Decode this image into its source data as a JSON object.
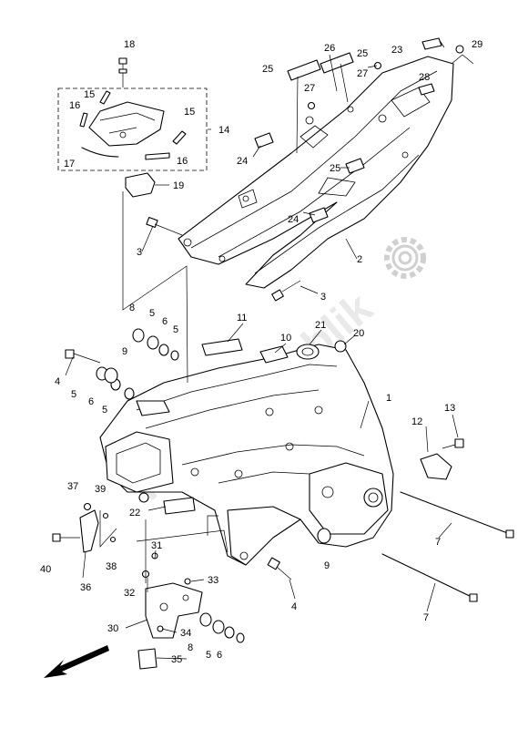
{
  "diagram": {
    "callouts": [
      "1",
      "2",
      "3",
      "3",
      "4",
      "4",
      "5",
      "5",
      "5",
      "5",
      "5",
      "6",
      "6",
      "6",
      "7",
      "7",
      "8",
      "8",
      "9",
      "9",
      "10",
      "11",
      "12",
      "13",
      "14",
      "15",
      "15",
      "16",
      "16",
      "17",
      "18",
      "19",
      "20",
      "21",
      "22",
      "23",
      "24",
      "24",
      "25",
      "25",
      "25",
      "26",
      "27",
      "27",
      "28",
      "29",
      "30",
      "31",
      "32",
      "33",
      "34",
      "35",
      "36",
      "37",
      "38",
      "39",
      "40"
    ],
    "watermark": "PartsRepublik",
    "front_arrow": "front-direction-arrow-icon",
    "gear_logo": "gear-icon",
    "colors": {
      "line": "#000000",
      "background": "#ffffff",
      "watermark": "#d8d8d8"
    }
  }
}
